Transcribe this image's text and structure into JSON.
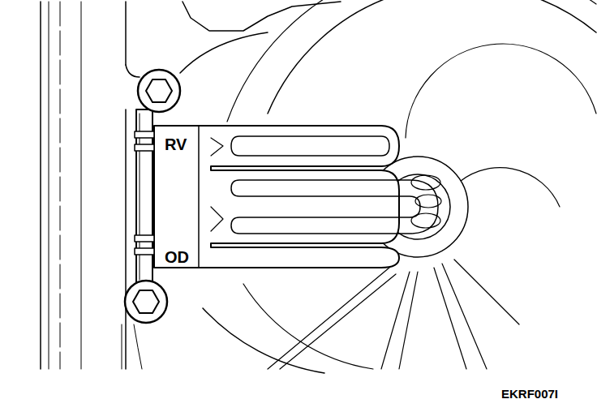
{
  "diagram": {
    "labels": [
      "RV",
      "OD",
      "EKRF007I"
    ]
  }
}
